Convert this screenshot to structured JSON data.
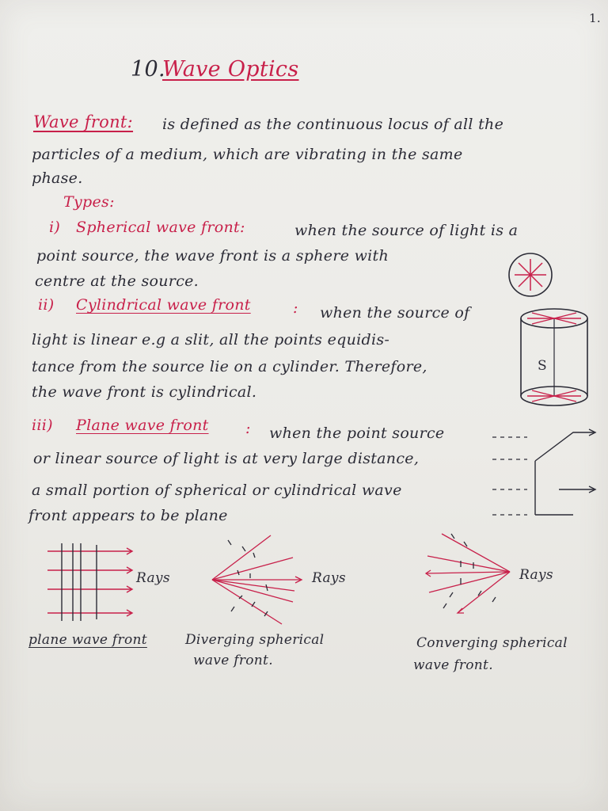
{
  "page_number": "1.",
  "chapter_number": "10.",
  "chapter_title": "Wave Optics",
  "definition": {
    "term": "Wave front:",
    "line1": "is defined as the continuous locus of all the",
    "line2": "particles of a medium, which are vibrating in the same",
    "line3": "phase."
  },
  "types_heading": "Types:",
  "spherical": {
    "number": "i)",
    "term": "Spherical wave front:",
    "line1": "when the source of light is a",
    "line2": "point source, the wave front is a sphere with",
    "line3": "centre at the source."
  },
  "cylindrical": {
    "number": "ii)",
    "term": "Cylindrical wave front",
    "colon": ":",
    "line1": "when the source of",
    "line2": "light is linear e.g a slit, all the points equidis-",
    "line3": "tance from the source lie on a cylinder. Therefore,",
    "line4": "the wave front is cylindrical.",
    "diagram_label": "S"
  },
  "plane": {
    "number": "iii)",
    "term": "Plane wave front",
    "colon": ":",
    "line1": "when the point source",
    "line2": "or linear source of light is at very large distance,",
    "line3": "a small portion of spherical or cylindrical wave",
    "line4": "front appears to be plane"
  },
  "diagrams": {
    "rays_label": "Rays",
    "plane_caption": "plane wave front",
    "diverging_caption_1": "Diverging spherical",
    "diverging_caption_2": "wave front.",
    "converging_caption_1": "Converging spherical",
    "converging_caption_2": "wave front."
  },
  "colors": {
    "ink_dark": "#2b2b36",
    "ink_red": "#c8204a",
    "paper": "#ecebe7"
  }
}
